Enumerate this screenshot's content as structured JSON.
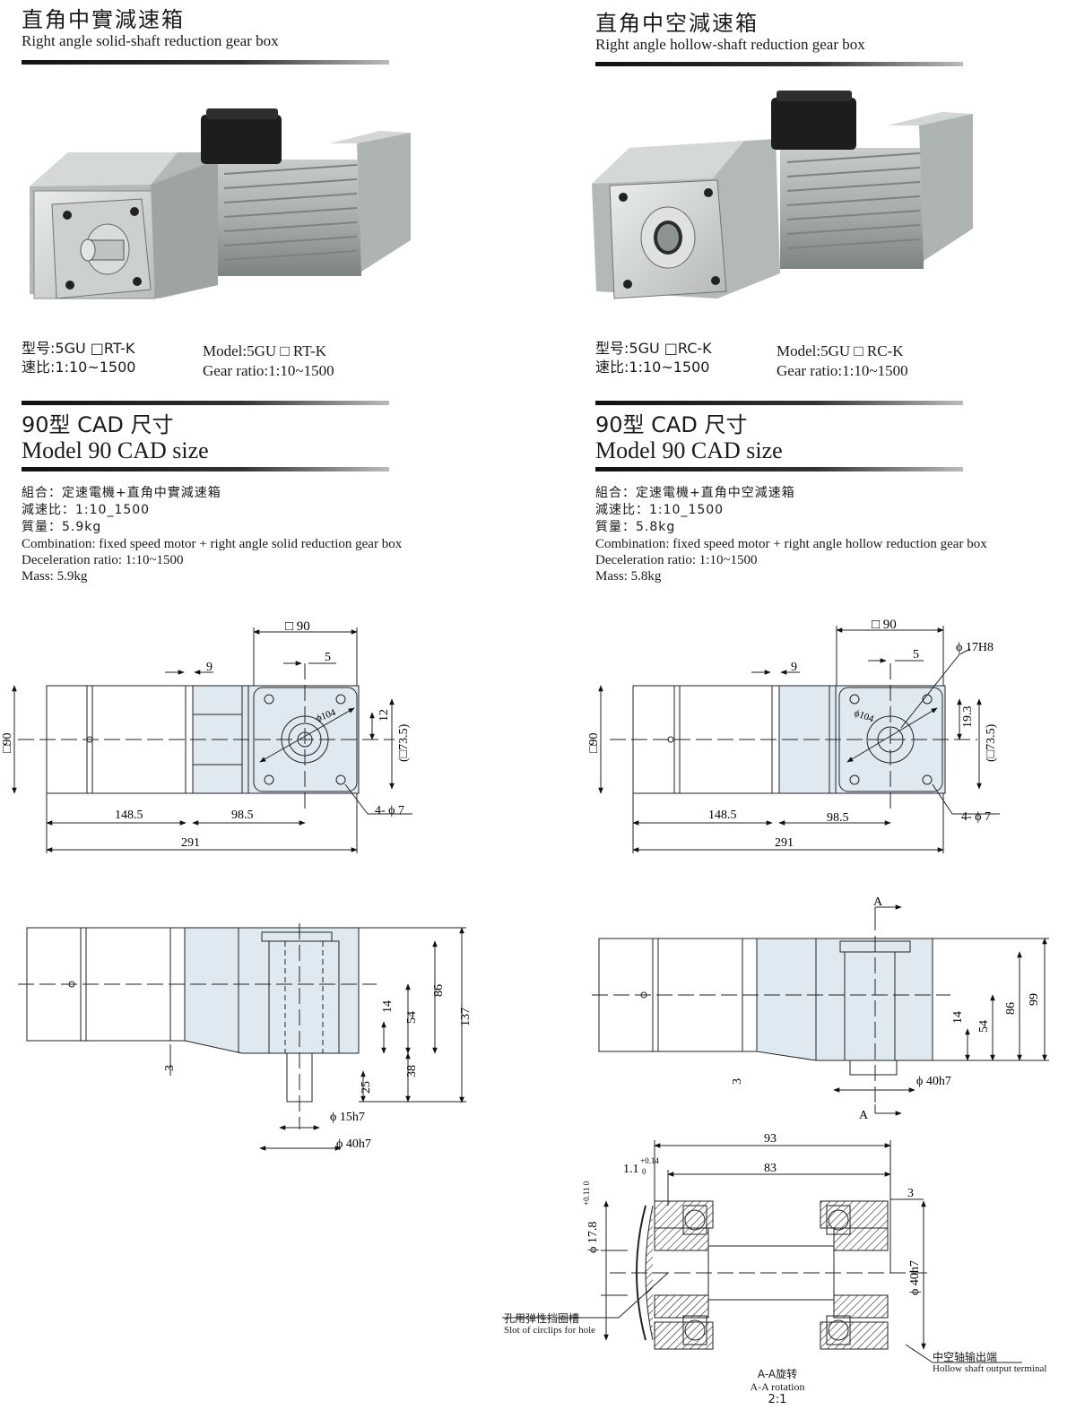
{
  "left": {
    "title_cn": "直角中實減速箱",
    "title_en": "Right angle solid-shaft reduction gear box",
    "model_cn_1": "型号:5GU □RT-K",
    "model_cn_2": "速比:1:10~1500",
    "model_en_1": "Model:5GU □ RT-K",
    "model_en_2": "Gear ratio:1:10~1500",
    "cad_cn": "90型 CAD 尺寸",
    "cad_en": "Model 90  CAD size",
    "spec_cn": [
      "組合：定速電機+直角中實減速箱",
      "減速比：1:10_1500",
      "質量：5.9kg"
    ],
    "spec_en": [
      "Combination: fixed speed motor + right angle solid reduction gear box",
      "Deceleration ratio: 1:10~1500",
      "Mass: 5.9kg"
    ]
  },
  "right": {
    "title_cn": "直角中空減速箱",
    "title_en": "Right angle hollow-shaft reduction gear box",
    "model_cn_1": "型号:5GU □RC-K",
    "model_cn_2": "速比:1:10~1500",
    "model_en_1": "Model:5GU □ RC-K",
    "model_en_2": "Gear ratio:1:10~1500",
    "cad_cn": "90型 CAD 尺寸",
    "cad_en": "Model 90  CAD size",
    "spec_cn": [
      "組合：定速電機+直角中空減速箱",
      "減速比：1:10_1500",
      "質量：5.8kg"
    ],
    "spec_en": [
      "Combination: fixed speed motor + right angle hollow reduction gear box",
      "Deceleration ratio: 1:10~1500",
      "Mass: 5.8kg"
    ]
  },
  "dims": {
    "sq90": "□ 90",
    "d5": "5",
    "d9": "9",
    "d12": "12",
    "d73": "(□73.5)",
    "d104": "ϕ104",
    "dsq90": "□90",
    "d1485": "148.5",
    "d985": "98.5",
    "d291": "291",
    "d4phi7": "4- ϕ 7",
    "d17h8": "ϕ 17H8",
    "d193": "19.3",
    "d14": "14",
    "d54": "54",
    "d86": "86",
    "d137": "137",
    "d99": "99",
    "d3": "3",
    "d38": "38",
    "d25": "25",
    "d15h7": "ϕ 15h7",
    "d40h7": "ϕ 40h7",
    "secA": "A",
    "d93": "93",
    "d83": "83",
    "d11": "1.1",
    "d11tol_up": "+0.14",
    "d11tol_lo": "0",
    "d178": "ϕ 17.8",
    "d178tol": "+0.11 0",
    "d40h7v": "ϕ 40h7"
  },
  "section": {
    "label_left_cn": "孔用弹性挡圈槽",
    "label_left_en": "Slot of circlips for hole",
    "label_right_cn": "中空轴输出端",
    "label_right_en": "Hollow shaft output terminal",
    "caption_cn": "A-A旋转",
    "caption_en": "A-A rotation",
    "scale": "2:1"
  }
}
